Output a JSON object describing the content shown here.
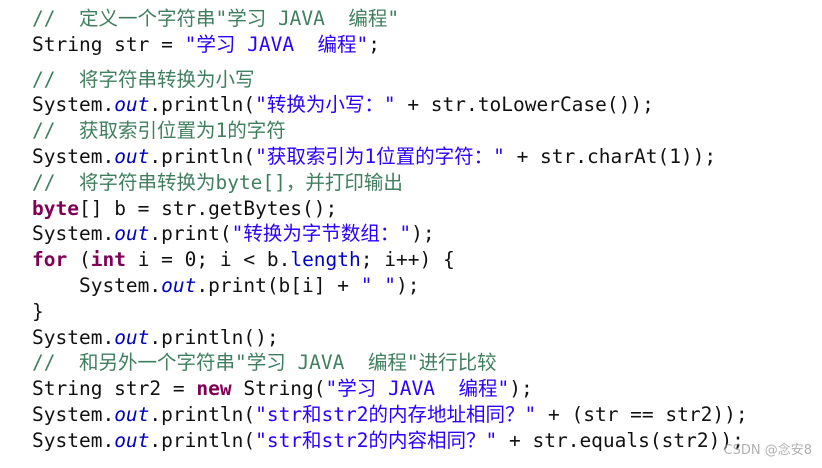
{
  "code_view": {
    "language": "Java",
    "lines": [
      {
        "comment": "//  定义一个字符串\"学习 JAVA  编程\""
      },
      {
        "parts": [
          "String str = ",
          "\"学习 JAVA  编程\"",
          ";"
        ]
      },
      {
        "comment": "//  将字符串转换为小写"
      },
      {
        "parts": [
          "System.",
          "out",
          ".println(",
          "\"转换为小写：\"",
          " + str.toLowerCase());"
        ]
      },
      {
        "comment": "//  获取索引位置为1的字符"
      },
      {
        "parts": [
          "System.",
          "out",
          ".println(",
          "\"获取索引为1位置的字符：\"",
          " + str.charAt(1));"
        ]
      },
      {
        "comment": "//  将字符串转换为byte[]，并打印输出"
      },
      {
        "parts": [
          "byte",
          "[] b = str.getBytes();"
        ]
      },
      {
        "parts": [
          "System.",
          "out",
          ".print(",
          "\"转换为字节数组：\"",
          ");"
        ]
      },
      {
        "parts": [
          "for",
          " (",
          "int",
          " i = 0; i < b.",
          "length",
          "; i++) {"
        ]
      },
      {
        "parts": [
          "    System.",
          "out",
          ".print(b[i] + ",
          "\" \"",
          ");"
        ]
      },
      {
        "parts": [
          "}"
        ]
      },
      {
        "parts": [
          "System.",
          "out",
          ".println();"
        ]
      },
      {
        "comment": "//  和另外一个字符串\"学习 JAVA  编程\"进行比较"
      },
      {
        "parts": [
          "String str2 = ",
          "new",
          " String(",
          "\"学习 JAVA  编程\"",
          ");"
        ]
      },
      {
        "parts": [
          "System.",
          "out",
          ".println(",
          "\"str和str2的内存地址相同？\"",
          " + (str == str2));"
        ]
      },
      {
        "parts": [
          "System.",
          "out",
          ".println(",
          "\"str和str2的内容相同？\"",
          " + str.equals(str2));"
        ]
      }
    ]
  },
  "colors": {
    "keyword": "#7f0055",
    "string": "#2a00ff",
    "comment": "#3f7f5f",
    "field": "#0000c0",
    "text": "#111111"
  },
  "watermark": "CSDN @念安8"
}
